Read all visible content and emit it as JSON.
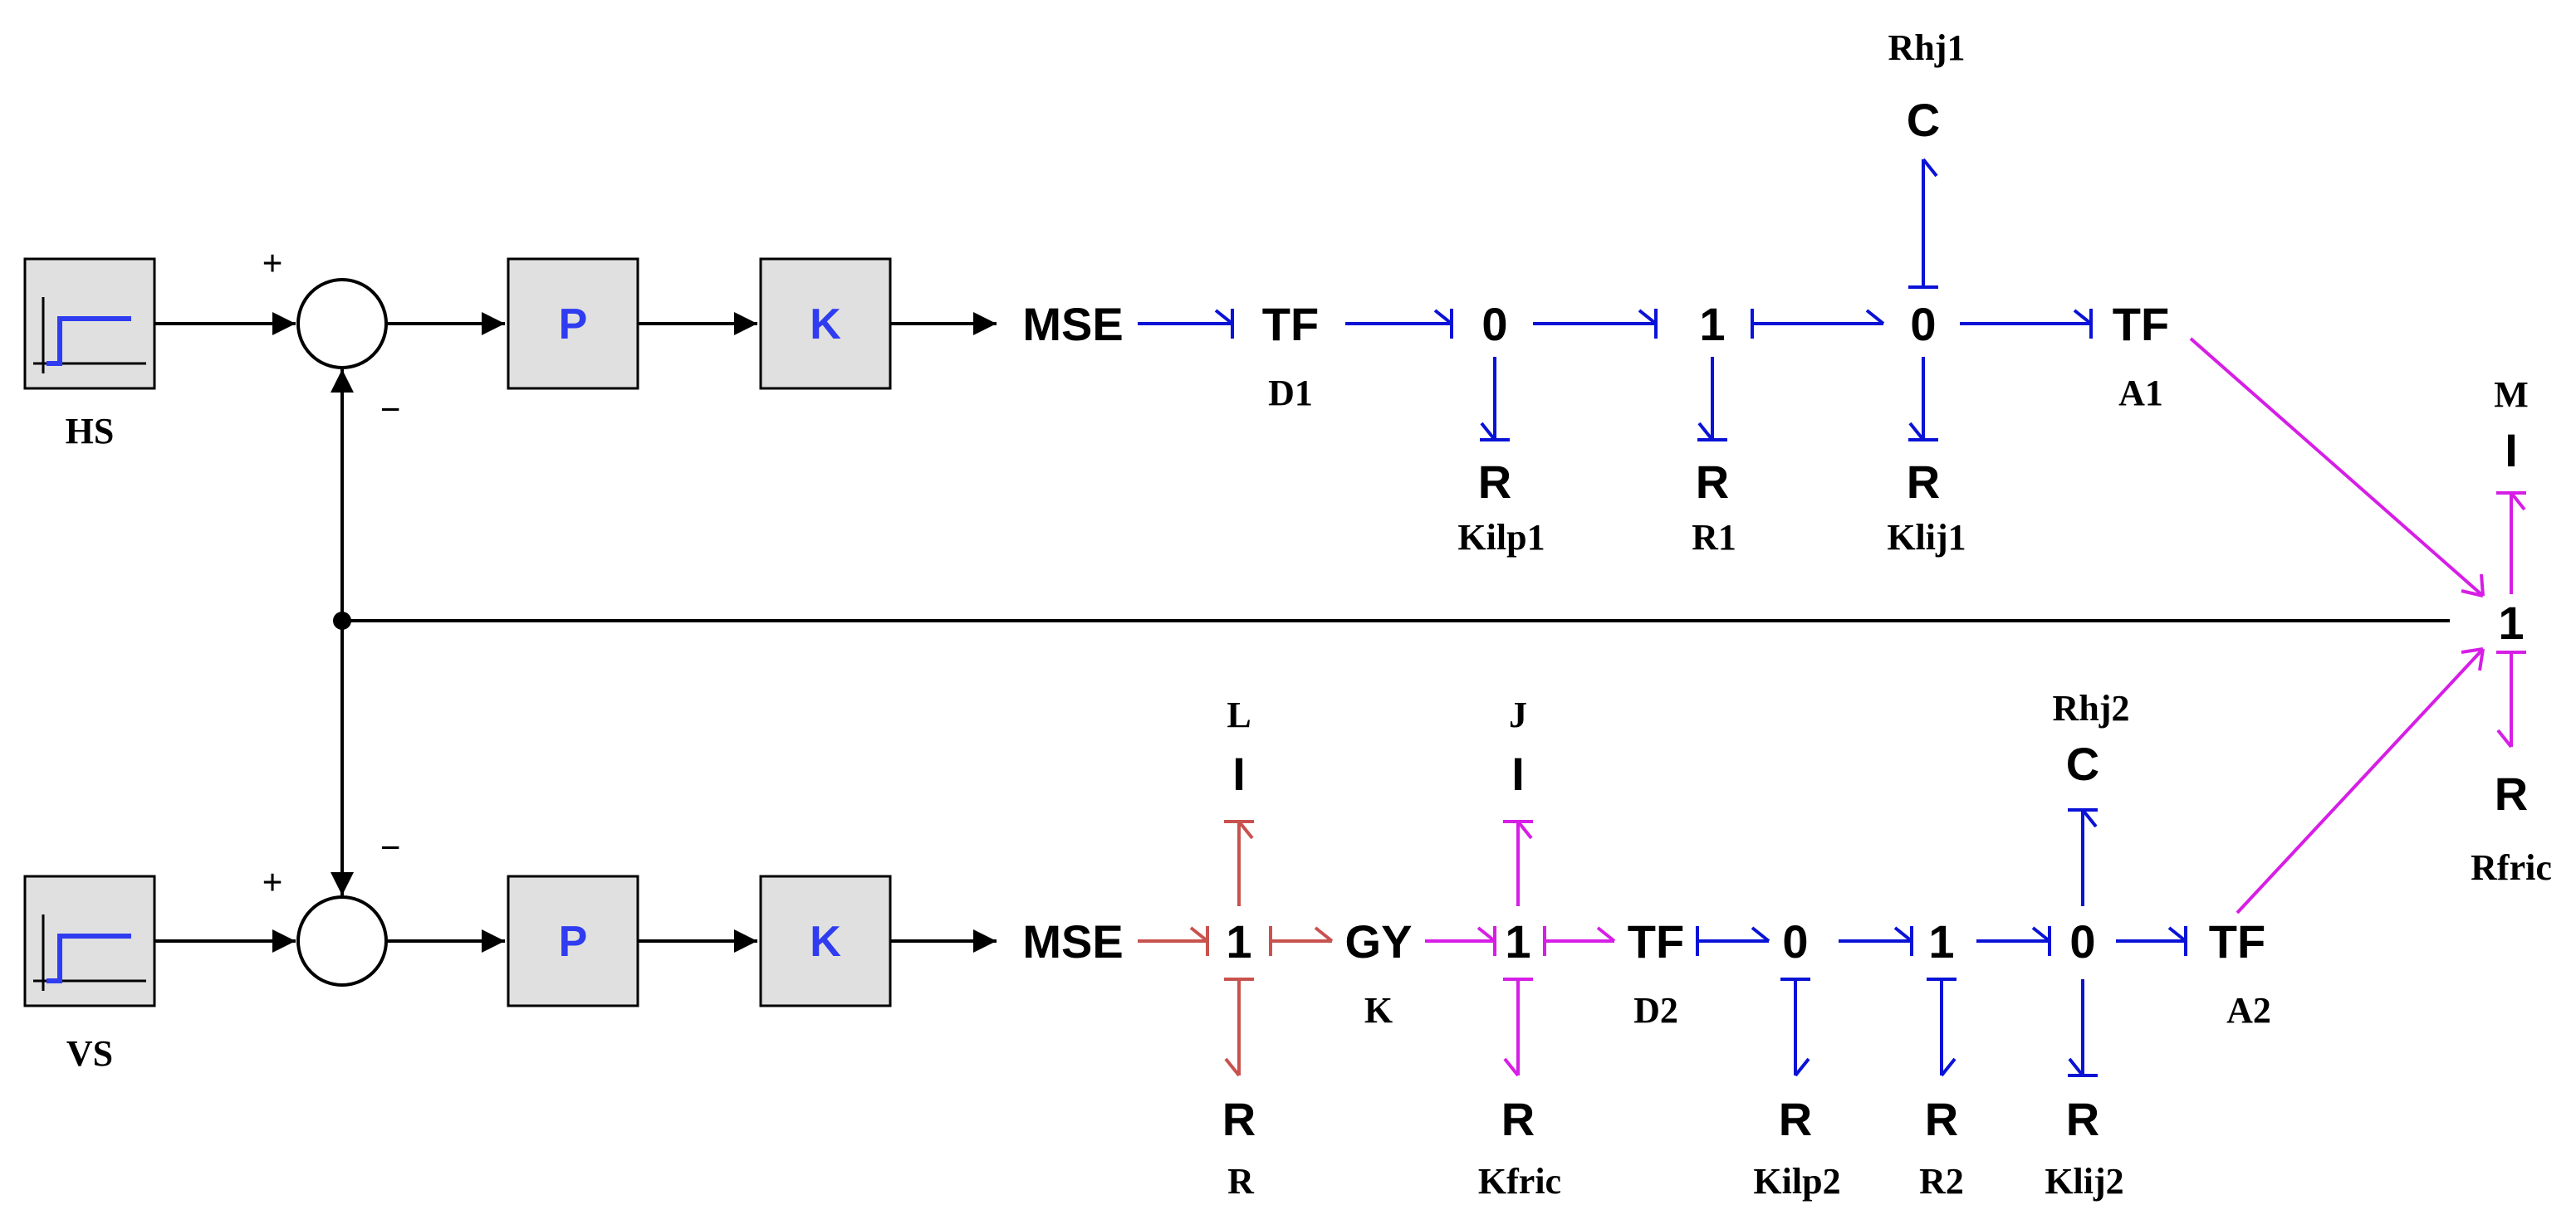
{
  "colors": {
    "black": "#000000",
    "blue": "#0a12d6",
    "magenta": "#d61ee6",
    "salmon": "#c8524e",
    "block_fill": "#e0e0e0",
    "block_letter": "#2f3cf0"
  },
  "sources": {
    "top_label": "HS",
    "bottom_label": "VS"
  },
  "summing": {
    "top_plus": "+",
    "top_minus": "−",
    "bottom_plus": "+",
    "bottom_minus": "−"
  },
  "blocks": {
    "p_top": "P",
    "k_top": "K",
    "p_bottom": "P",
    "k_bottom": "K"
  },
  "elements": {
    "mse_top": "MSE",
    "tf_d1": "TF",
    "zero_1": "0",
    "one_1": "1",
    "zero_2": "0",
    "tf_a1": "TF",
    "c_top": "C",
    "r_kilp1": "R",
    "r_r1": "R",
    "r_klij1": "R",
    "i_m": "I",
    "one_m": "1",
    "r_rfric": "R",
    "mse_bottom": "MSE",
    "one_l": "1",
    "gy": "GY",
    "one_j": "1",
    "tf_d2": "TF",
    "zero_3": "0",
    "one_2": "1",
    "zero_4": "0",
    "tf_a2": "TF",
    "i_l": "I",
    "i_j": "I",
    "c_bottom": "C",
    "r_r": "R",
    "r_kfric": "R",
    "r_kilp2": "R",
    "r_r2": "R",
    "r_klij2": "R"
  },
  "labels": {
    "d1": "D1",
    "a1": "A1",
    "rhj1": "Rhj1",
    "kilp1": "Kilp1",
    "r1": "R1",
    "klij1": "Klij1",
    "m": "M",
    "rfric": "Rfric",
    "l": "L",
    "j": "J",
    "rhj2": "Rhj2",
    "k": "K",
    "d2": "D2",
    "a2": "A2",
    "r": "R",
    "kfric": "Kfric",
    "kilp2": "Kilp2",
    "r2": "R2",
    "klij2": "Klij2"
  }
}
